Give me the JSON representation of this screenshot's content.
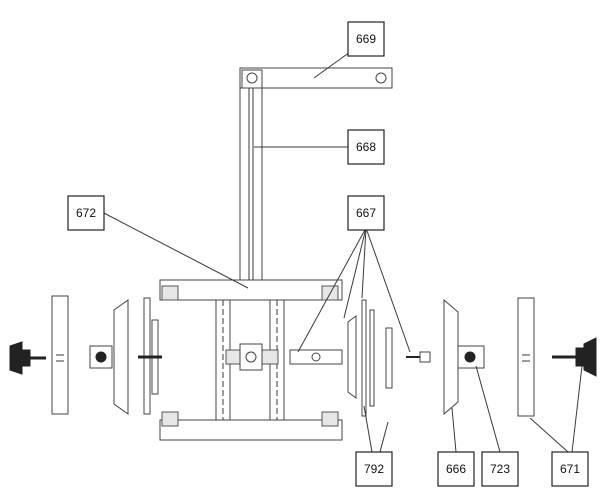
{
  "callouts": {
    "c669": "669",
    "c668": "668",
    "c672": "672",
    "c667": "667",
    "c792": "792",
    "c666": "666",
    "c723": "723",
    "c671": "671"
  }
}
